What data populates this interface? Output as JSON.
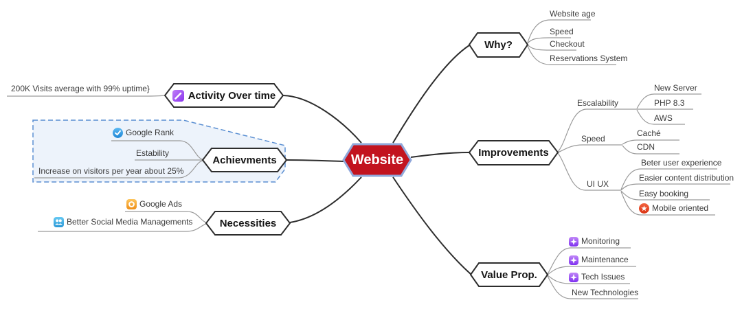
{
  "root": {
    "label": "Website"
  },
  "left": {
    "activity": {
      "label": "Activity Over time",
      "icon": "pencil-icon",
      "children": [
        {
          "label": "200K Visits average with 99% uptime}"
        }
      ]
    },
    "achievments": {
      "label": "Achievments",
      "children": [
        {
          "label": "Google Rank",
          "icon": "check-badge-icon"
        },
        {
          "label": "Estability"
        },
        {
          "label": "Increase on visitors per year about 25%"
        }
      ]
    },
    "necessities": {
      "label": "Necessities",
      "children": [
        {
          "label": "Google Ads",
          "icon": "ads-icon"
        },
        {
          "label": "Better Social Media Managements",
          "icon": "people-icon"
        }
      ]
    }
  },
  "right": {
    "why": {
      "label": "Why?",
      "children": [
        {
          "label": "Website age"
        },
        {
          "label": "Speed"
        },
        {
          "label": "Checkout"
        },
        {
          "label": "Reservations System"
        }
      ]
    },
    "improvements": {
      "label": "Improvements",
      "groups": [
        {
          "label": "Escalability",
          "children": [
            {
              "label": "New Server"
            },
            {
              "label": "PHP 8.3"
            },
            {
              "label": "AWS"
            }
          ]
        },
        {
          "label": "Speed",
          "children": [
            {
              "label": "Caché"
            },
            {
              "label": "CDN"
            }
          ]
        },
        {
          "label": "UI UX",
          "children": [
            {
              "label": "Beter user experience"
            },
            {
              "label": "Easier content distribution"
            },
            {
              "label": "Easy booking"
            },
            {
              "label": "Mobile oriented",
              "icon": "star-circle-icon"
            }
          ]
        }
      ]
    },
    "value_prop": {
      "label": "Value Prop.",
      "children": [
        {
          "label": "Monitoring",
          "icon": "gem-icon"
        },
        {
          "label": "Maintenance",
          "icon": "gem-icon"
        },
        {
          "label": "Tech Issues",
          "icon": "gem-icon"
        },
        {
          "label": "New Technologies"
        }
      ]
    }
  },
  "colors": {
    "root_fill": "#c2131f",
    "root_border": "#90a7da",
    "trunk_line": "#2d2d2d",
    "branch_line": "#9a9a9a",
    "highlight_region_fill": "#edf3fb",
    "highlight_region_border": "#5b8fd2"
  }
}
